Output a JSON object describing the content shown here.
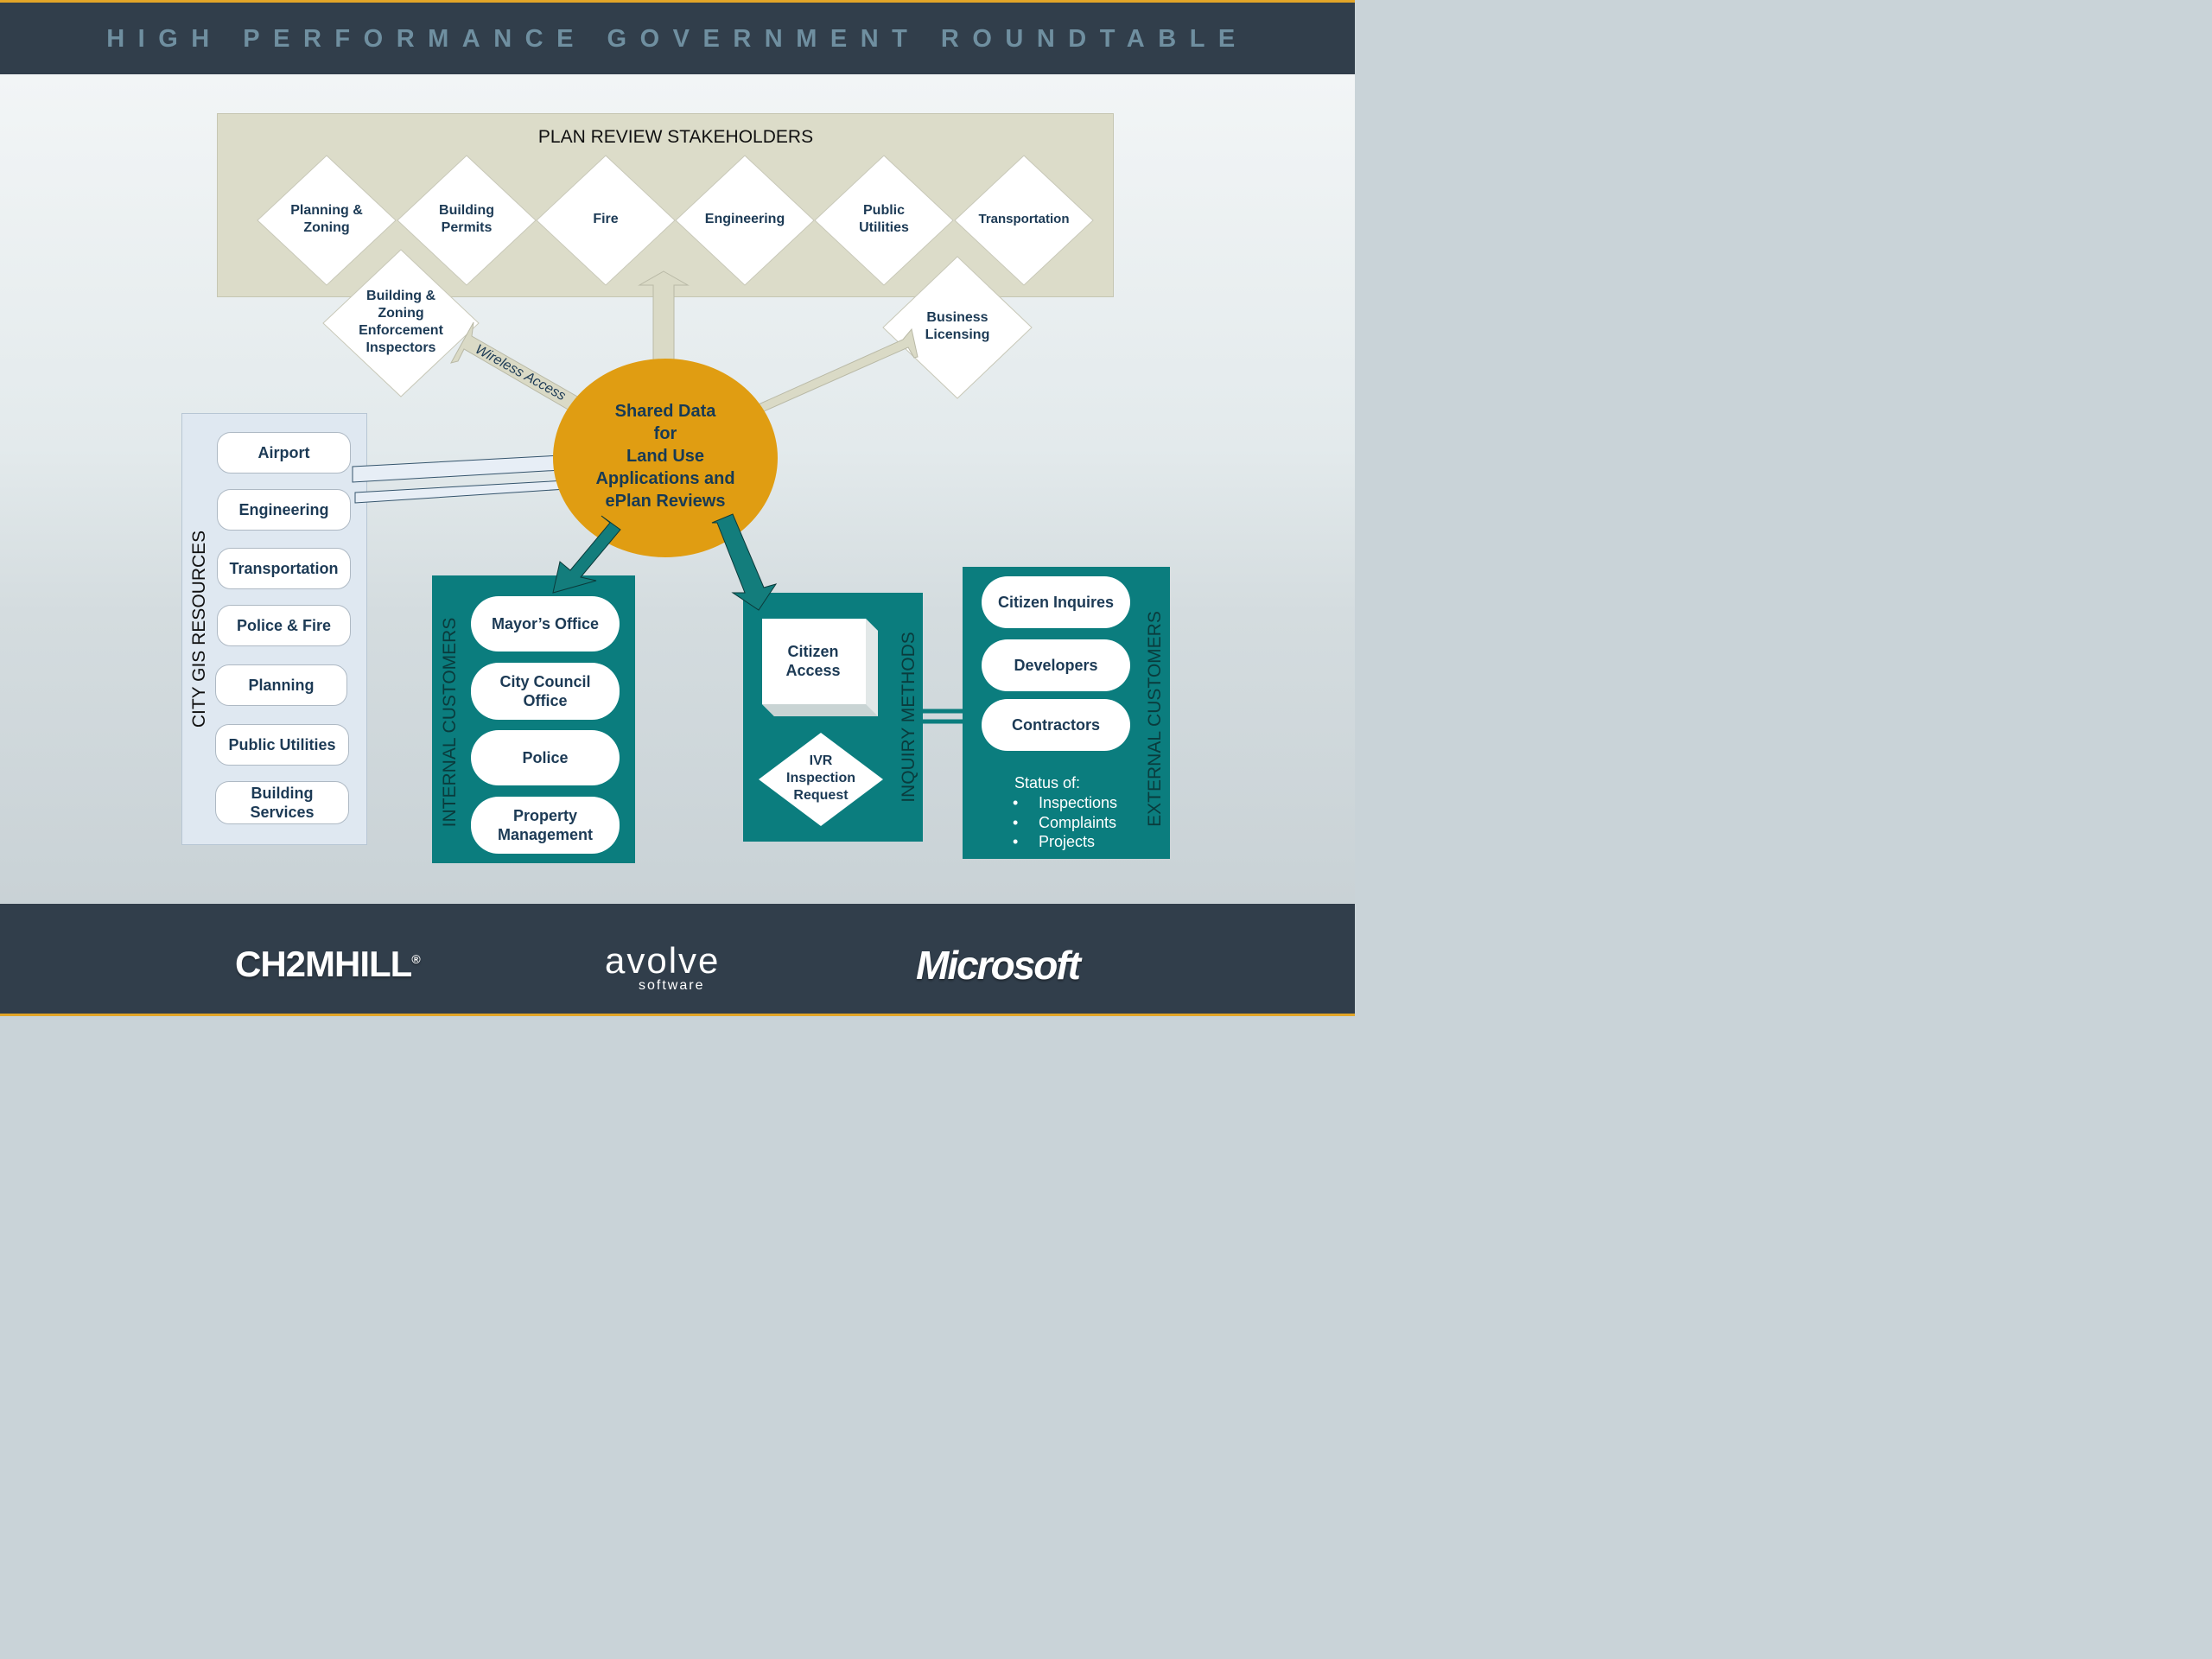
{
  "header": {
    "title": "HIGH PERFORMANCE GOVERNMENT ROUNDTABLE"
  },
  "stakeholders": {
    "title": "PLAN REVIEW STAKEHOLDERS",
    "items": [
      {
        "label": "Planning &\nZoning"
      },
      {
        "label": "Building\nPermits"
      },
      {
        "label": "Fire"
      },
      {
        "label": "Engineering"
      },
      {
        "label": "Public\nUtilities"
      },
      {
        "label": "Transportation"
      }
    ]
  },
  "field": {
    "inspectors": "Building &\nZoning\nEnforcement\nInspectors",
    "business_licensing": "Business\nLicensing",
    "wireless": "Wireless Access"
  },
  "hub": {
    "label": "Shared Data\nfor\nLand Use\nApplications and\nePlan Reviews"
  },
  "gis": {
    "title": "CITY GIS RESOURCES",
    "items": [
      "Airport",
      "Engineering",
      "Transportation",
      "Police & Fire",
      "Planning",
      "Public Utilities",
      "Building\nServices"
    ]
  },
  "internal": {
    "title": "INTERNAL CUSTOMERS",
    "items": [
      "Mayor’s Office",
      "City Council\nOffice",
      "Police",
      "Property\nManagement"
    ]
  },
  "inquiry": {
    "title": "INQUIRY METHODS",
    "citizen_access": "Citizen\nAccess",
    "ivr": "IVR\nInspection\nRequest"
  },
  "external": {
    "title": "EXTERNAL CUSTOMERS",
    "items": [
      "Citizen Inquires",
      "Developers",
      "Contractors"
    ],
    "status_title": "Status of:",
    "status_items": [
      "Inspections",
      "Complaints",
      "Projects"
    ]
  },
  "footer": {
    "logos": [
      "CH2MHILL",
      "avolve",
      "Microsoft"
    ],
    "avolve_sub": "software"
  },
  "colors": {
    "header_bg": "#313e4b",
    "accent_orange": "#e2a528",
    "hub": "#e09d12",
    "teal": "#0b7d7e",
    "stakeholder_panel": "#dcdcc9",
    "gis_panel": "#dfe8f1"
  }
}
